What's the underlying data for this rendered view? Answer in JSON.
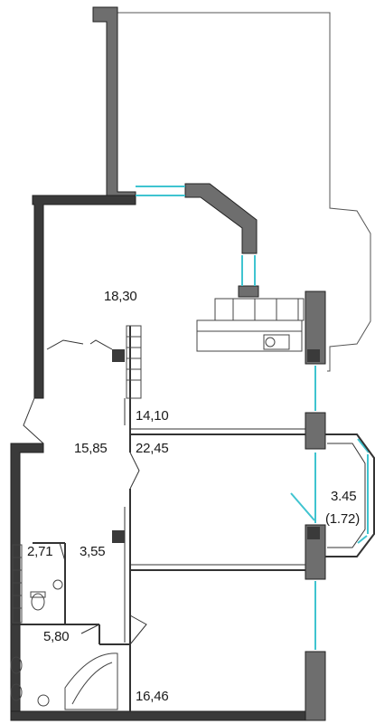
{
  "rooms": [
    {
      "id": "living-room",
      "area": "18,30"
    },
    {
      "id": "kitchen",
      "area": "14,10"
    },
    {
      "id": "hall",
      "area": "15,85"
    },
    {
      "id": "bedroom-1",
      "area": "22,45"
    },
    {
      "id": "wardrobe",
      "area": "2,71"
    },
    {
      "id": "corridor",
      "area": "3,55"
    },
    {
      "id": "bathroom",
      "area": "5,80"
    },
    {
      "id": "bedroom-2",
      "area": "16,46"
    },
    {
      "id": "loggia",
      "area": "3.45"
    },
    {
      "id": "loggia-reduced",
      "area": "(1.72)"
    }
  ],
  "colors": {
    "wall": "#6e6e6e",
    "wall_dark": "#3a3a3a",
    "outline": "#222222",
    "window": "#3fc4d0",
    "fixtures": "#444444"
  }
}
